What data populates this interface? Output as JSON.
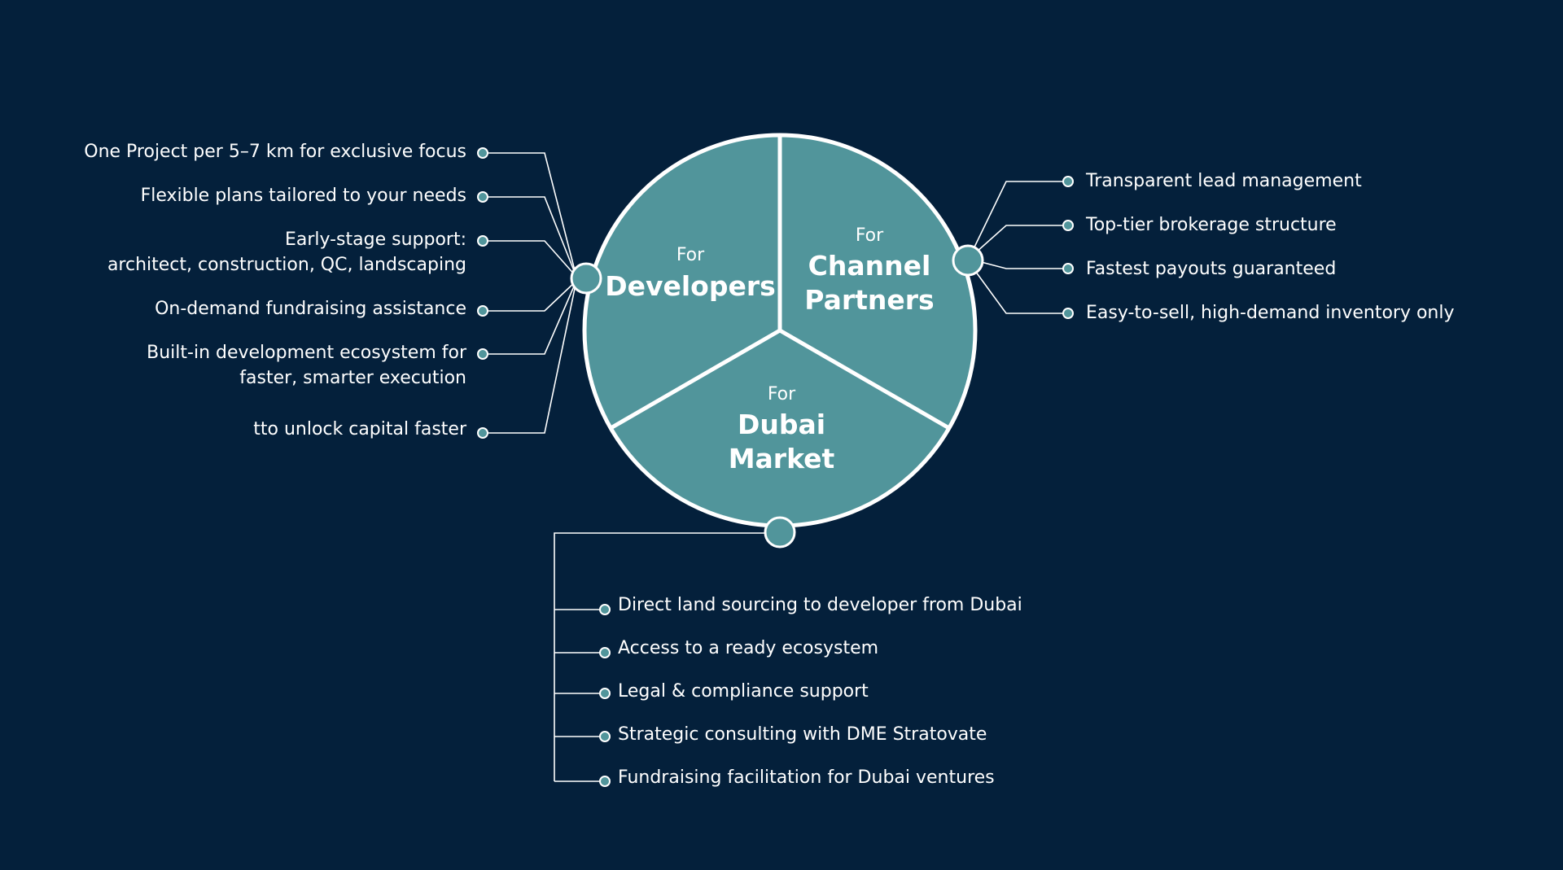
{
  "colors": {
    "background": "#04203b",
    "segment_fill": "#51959b",
    "outline": "#ffffff",
    "line": "#ffffff"
  },
  "segments": {
    "developers": {
      "prefix": "For",
      "title_line1": "Developers"
    },
    "channel_partners": {
      "prefix": "For",
      "title_line1": "Channel",
      "title_line2": "Partners"
    },
    "dubai_market": {
      "prefix": "For",
      "title_line1": "Dubai",
      "title_line2": "Market"
    }
  },
  "developers_items": [
    {
      "line1": "One Project per 5–7 km for exclusive focus"
    },
    {
      "line1": "Flexible plans tailored to your needs"
    },
    {
      "line1": "Early-stage support:",
      "line2": "architect, construction, QC, landscaping"
    },
    {
      "line1": "On-demand fundraising assistance"
    },
    {
      "line1": "Built-in development ecosystem for",
      "line2": "faster, smarter execution"
    },
    {
      "line1": "tto unlock capital faster"
    }
  ],
  "channel_partner_items": [
    {
      "line1": "Transparent lead management"
    },
    {
      "line1": "Top-tier brokerage structure"
    },
    {
      "line1": "Fastest payouts guaranteed"
    },
    {
      "line1": "Easy-to-sell, high-demand inventory only"
    }
  ],
  "dubai_market_items": [
    {
      "line1": "Direct land sourcing to developer from Dubai"
    },
    {
      "line1": "Access to a ready ecosystem"
    },
    {
      "line1": "Legal & compliance support"
    },
    {
      "line1": "Strategic consulting with DME Stratovate"
    },
    {
      "line1": "Fundraising facilitation for Dubai ventures"
    }
  ]
}
